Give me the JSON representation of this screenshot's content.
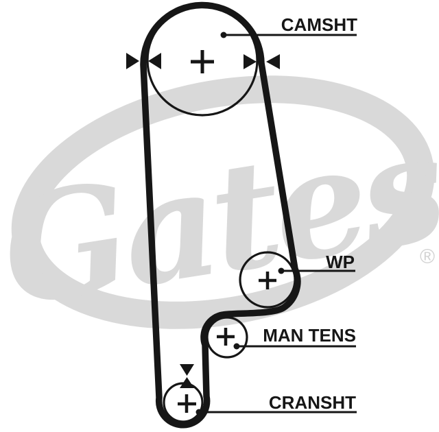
{
  "brand_watermark": {
    "text": "Gates",
    "registered_symbol": "®",
    "color": "#d9d9d9"
  },
  "diagram": {
    "description": "timing-belt-routing-diagram",
    "belt_color": "#161616",
    "label_color": "#161616",
    "labels": {
      "camshaft": "CAMSHT",
      "water_pump": "WP",
      "manual_tensioner": "MAN TENS",
      "crankshaft": "CRANSHT"
    },
    "marks": {
      "camshaft_alignment": "opposing-horizontal-triangle-arrows",
      "crankshaft_alignment": "opposing-vertical-triangle-arrows",
      "pulley_center": "plus-crosshair"
    }
  }
}
